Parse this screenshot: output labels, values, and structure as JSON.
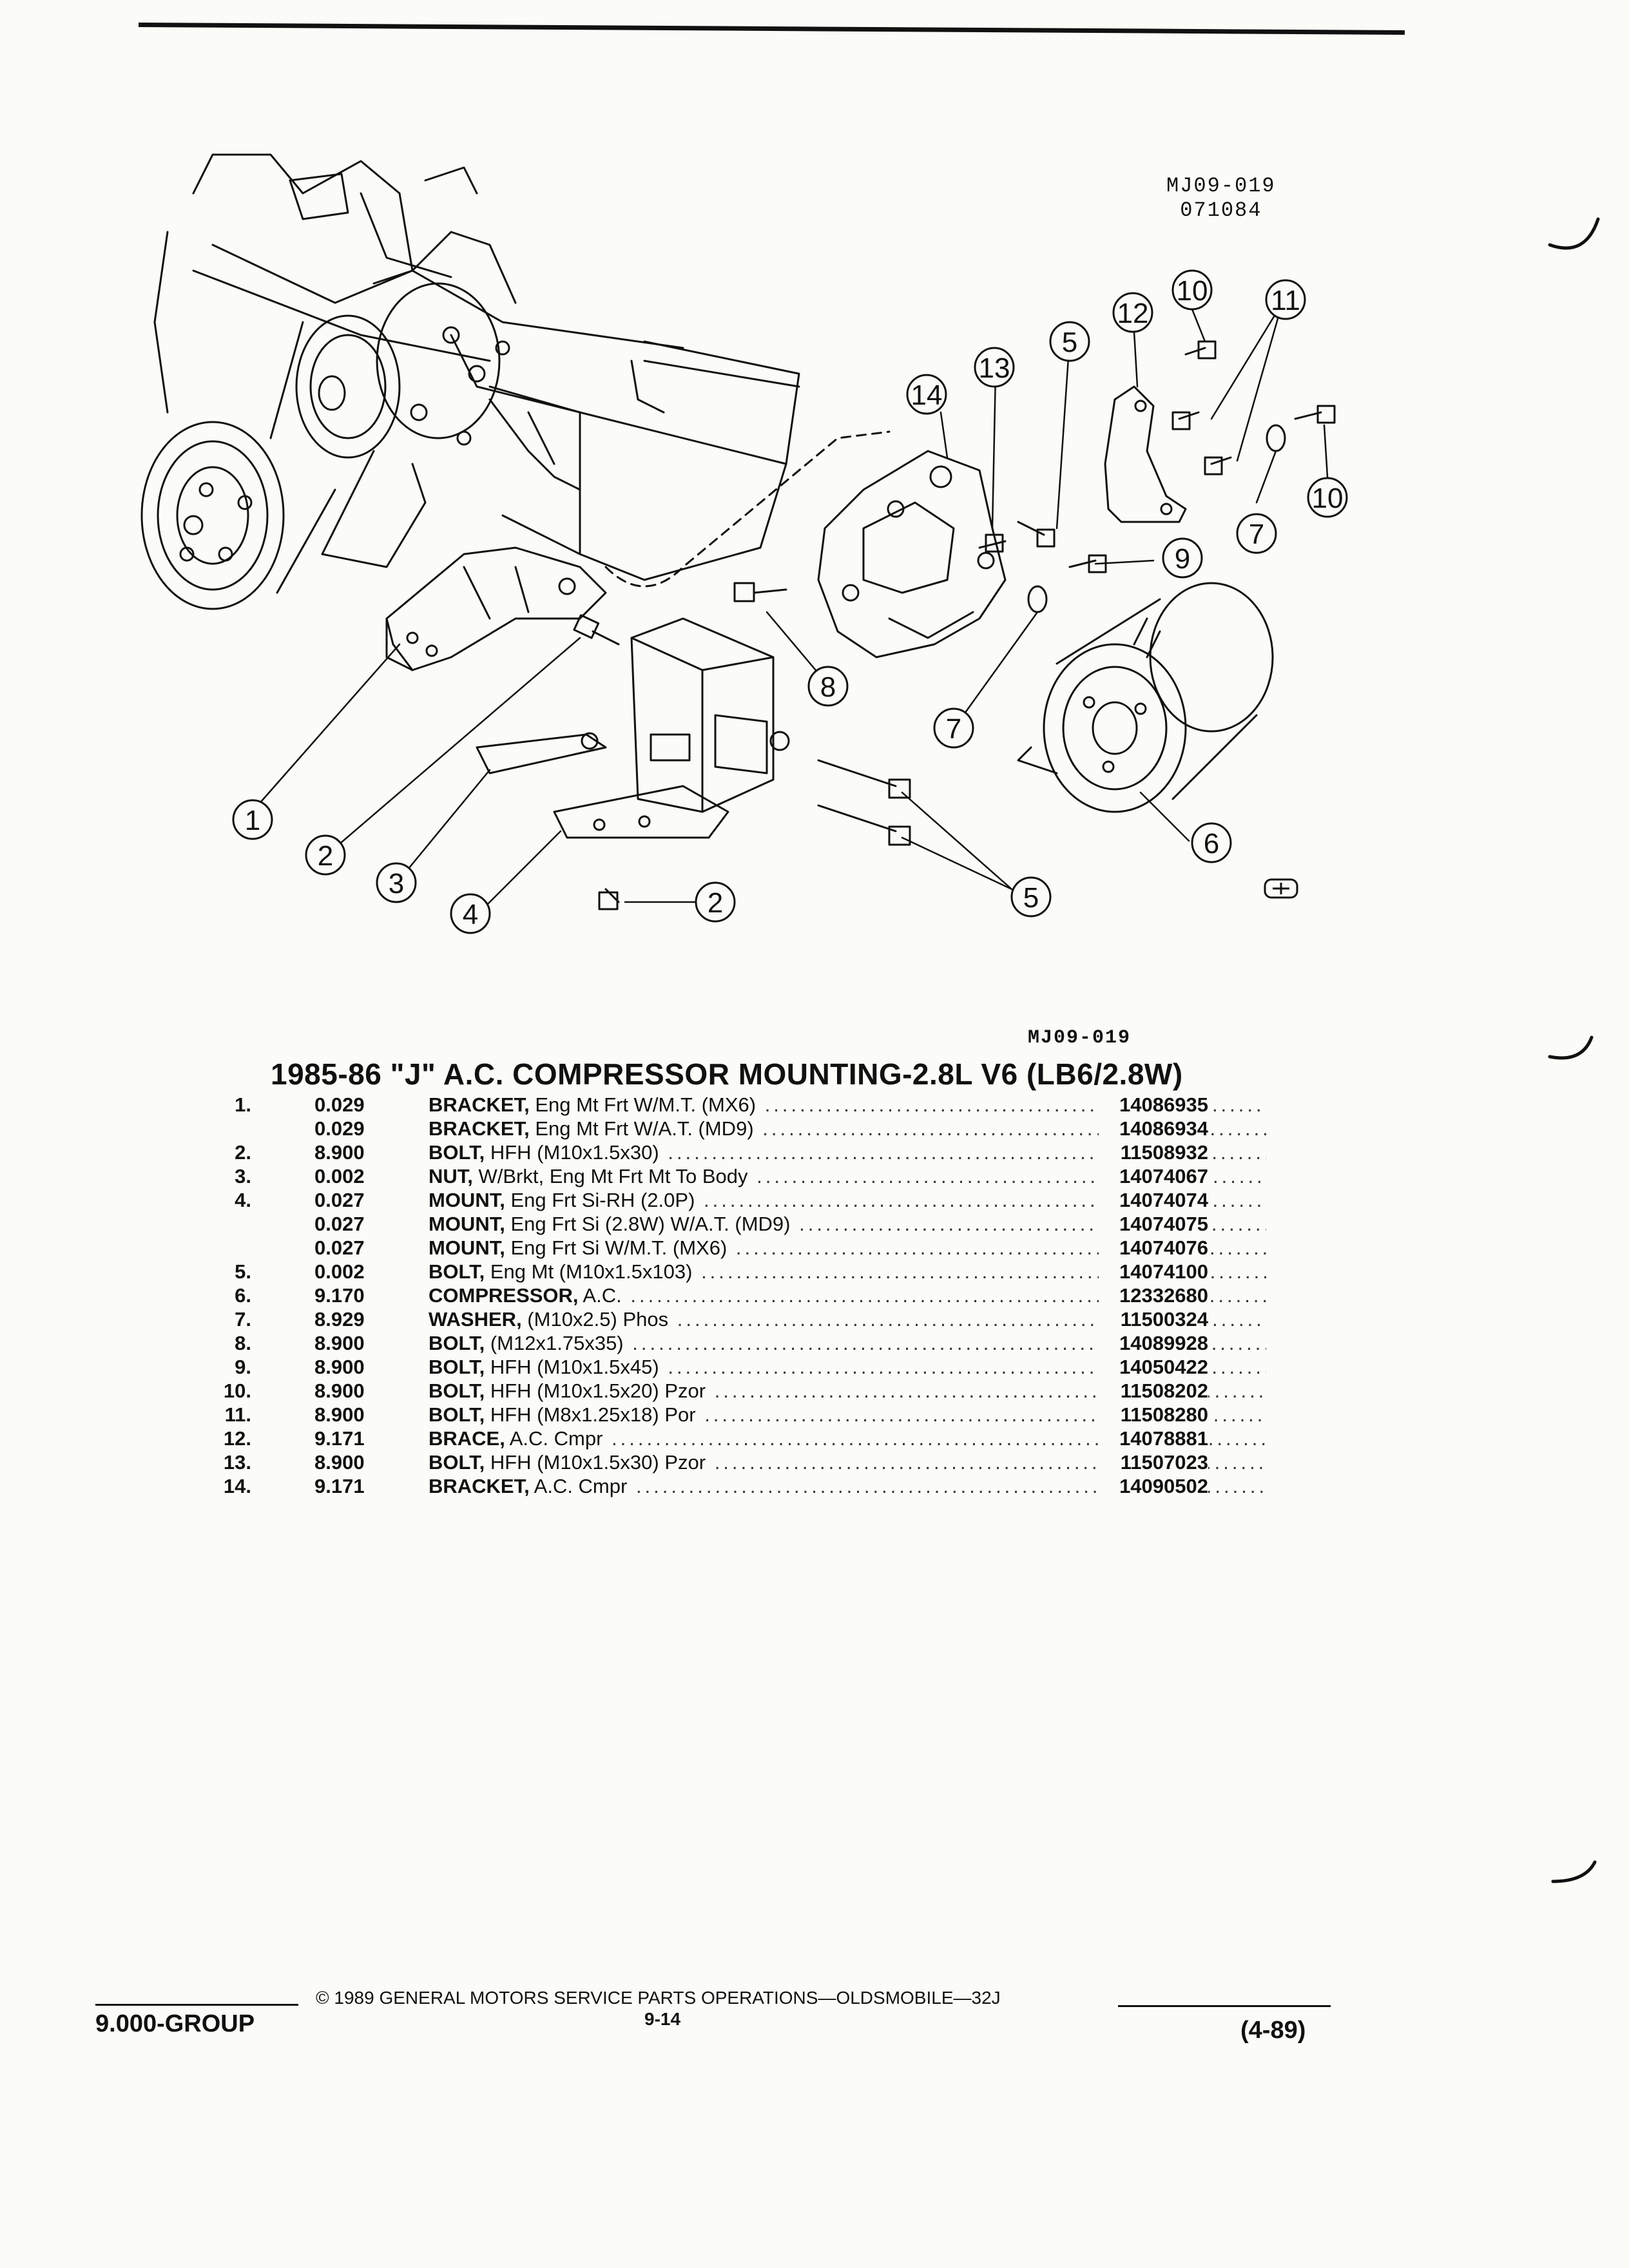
{
  "header": {
    "illustration_id": "MJ09-019",
    "illustration_date": "071084"
  },
  "diagram": {
    "callouts": [
      "1",
      "2",
      "2",
      "3",
      "4",
      "5",
      "5",
      "6",
      "7",
      "7",
      "8",
      "9",
      "10",
      "10",
      "11",
      "12",
      "13",
      "14"
    ],
    "reference_id": "MJ09-019"
  },
  "section": {
    "title": "1985-86 \"J\" A.C. COMPRESSOR MOUNTING-2.8L V6 (LB6/2.8W)"
  },
  "parts_list": {
    "rows": [
      {
        "num": "1.",
        "group": "0.029",
        "name": "BRACKET,",
        "spec": " Eng Mt Frt W/M.T. (MX6)",
        "part": "14086935"
      },
      {
        "num": "",
        "group": "0.029",
        "name": "BRACKET,",
        "spec": " Eng Mt Frt W/A.T. (MD9)",
        "part": "14086934"
      },
      {
        "num": "2.",
        "group": "8.900",
        "name": "BOLT,",
        "spec": " HFH (M10x1.5x30)",
        "part": "11508932"
      },
      {
        "num": "3.",
        "group": "0.002",
        "name": "NUT,",
        "spec": " W/Brkt, Eng Mt Frt Mt To Body",
        "part": "14074067"
      },
      {
        "num": "4.",
        "group": "0.027",
        "name": "MOUNT,",
        "spec": " Eng Frt Si-RH (2.0P)",
        "part": "14074074"
      },
      {
        "num": "",
        "group": "0.027",
        "name": "MOUNT,",
        "spec": " Eng Frt Si (2.8W) W/A.T. (MD9)",
        "part": "14074075"
      },
      {
        "num": "",
        "group": "0.027",
        "name": "MOUNT,",
        "spec": " Eng Frt Si W/M.T. (MX6)",
        "part": "14074076"
      },
      {
        "num": "5.",
        "group": "0.002",
        "name": "BOLT,",
        "spec": " Eng Mt (M10x1.5x103)",
        "part": "14074100"
      },
      {
        "num": "6.",
        "group": "9.170",
        "name": "COMPRESSOR,",
        "spec": " A.C.",
        "part": "12332680"
      },
      {
        "num": "7.",
        "group": "8.929",
        "name": "WASHER,",
        "spec": " (M10x2.5) Phos",
        "part": "11500324"
      },
      {
        "num": "8.",
        "group": "8.900",
        "name": "BOLT,",
        "spec": " (M12x1.75x35)",
        "part": "14089928"
      },
      {
        "num": "9.",
        "group": "8.900",
        "name": "BOLT,",
        "spec": " HFH (M10x1.5x45)",
        "part": "14050422"
      },
      {
        "num": "10.",
        "group": "8.900",
        "name": "BOLT,",
        "spec": " HFH (M10x1.5x20) Pzor",
        "part": "11508202"
      },
      {
        "num": "11.",
        "group": "8.900",
        "name": "BOLT,",
        "spec": " HFH (M8x1.25x18) Por",
        "part": "11508280"
      },
      {
        "num": "12.",
        "group": "9.171",
        "name": "BRACE,",
        "spec": " A.C. Cmpr",
        "part": "14078881"
      },
      {
        "num": "13.",
        "group": "8.900",
        "name": "BOLT,",
        "spec": " HFH (M10x1.5x30) Pzor",
        "part": "11507023"
      },
      {
        "num": "14.",
        "group": "9.171",
        "name": "BRACKET,",
        "spec": " A.C. Cmpr",
        "part": "14090502"
      }
    ]
  },
  "footer": {
    "group": "9.000-GROUP",
    "copyright": "© 1989 GENERAL MOTORS SERVICE PARTS OPERATIONS—OLDSMOBILE—32J",
    "page": "9-14",
    "revision": "(4-89)"
  }
}
